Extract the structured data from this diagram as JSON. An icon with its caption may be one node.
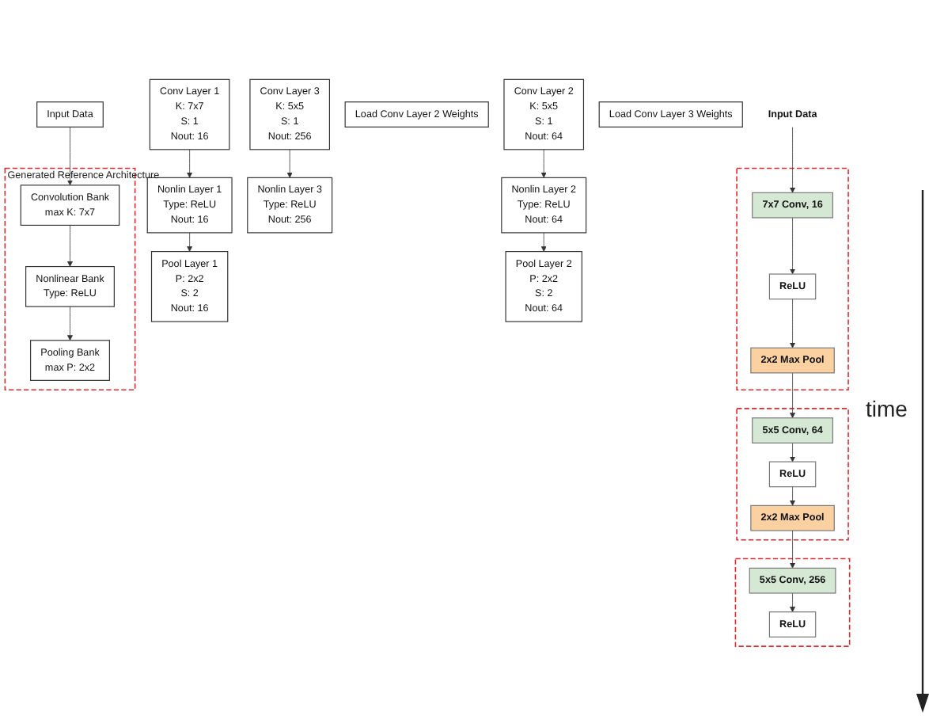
{
  "diagram": {
    "nodes": [
      {
        "text": [
          "Input Data"
        ]
      },
      {
        "text": [],
        "shape": "box"
      },
      {
        "text": [
          "7x7 Conv, 16"
        ],
        "in": 1
      },
      {
        "text": [
          "ReLU"
        ],
        "in": 1
      },
      {
        "text": [
          "2x2 Max Pool"
        ],
        "in": 1
      },
      {
        "text": [],
        "shape": "box"
      },
      {
        "text": [
          "5x5 Conv, 64"
        ],
        "in": 5
      },
      {
        "text": [
          "ReLU"
        ],
        "in": 5
      },
      {
        "text": [
          "2x2 Max Pool"
        ],
        "in": 5
      },
      {
        "text": [],
        "shape": "box"
      },
      {
        "text": [
          "5x5 Conv, 256"
        ],
        "in": 9
      },
      {
        "text": [
          "ReLU"
        ],
        "in": 9
      },
      {
        "text": [
          "Input Data"
        ]
      },
      {
        "text": [
          "Generated Reference Architecture"
        ]
      },
      {
        "text": [
          "Convolution Bank",
          "max K: 7x7"
        ],
        "in": 13
      },
      {
        "text": [
          "Nonlinear Bank",
          "Type: ReLU"
        ],
        "in": 13
      },
      {
        "text": [
          "Pooling Bank",
          "max P: 2x2"
        ],
        "in": 13
      },
      {
        "text": [
          "Conv Layer 1",
          "K: 7x7",
          "S: 1",
          "Nout: 16"
        ]
      },
      {
        "text": [
          "Nonlin Layer 1",
          "Type: ReLU",
          "Nout: 16"
        ]
      },
      {
        "text": [
          "Pool Layer 1",
          "P: 2x2",
          "S: 2",
          "Nout: 16"
        ]
      },
      {
        "text": [
          "Load Conv Layer 2 Weights"
        ]
      },
      {
        "text": [
          "Conv Layer 2",
          "K: 5x5",
          "S: 1",
          "Nout: 64"
        ]
      },
      {
        "text": [
          "Nonlin Layer 2",
          "Type: ReLU",
          "Nout: 64"
        ]
      },
      {
        "text": [
          "Pool Layer 2",
          "P: 2x2",
          "S: 2",
          "Nout: 64"
        ]
      },
      {
        "text": [
          "Load Conv Layer 3 Weights"
        ]
      },
      {
        "text": [
          "Conv Layer 3",
          "K: 5x5",
          "S: 1",
          "Nout: 256"
        ]
      },
      {
        "text": [
          "Nonlin Layer 3",
          "Type: ReLU",
          "Nout: 256"
        ]
      }
    ],
    "edges": [
      {
        "from": 0,
        "to": 2,
        "arrow": "to"
      },
      {
        "from": 2,
        "to": 3,
        "arrow": "to"
      },
      {
        "from": 3,
        "to": 4,
        "arrow": "to"
      },
      {
        "from": 4,
        "to": 6,
        "arrow": "to"
      },
      {
        "from": 6,
        "to": 7,
        "arrow": "to"
      },
      {
        "from": 7,
        "to": 8,
        "arrow": "to"
      },
      {
        "from": 8,
        "to": 10,
        "arrow": "to"
      },
      {
        "from": 10,
        "to": 11,
        "arrow": "to"
      },
      {
        "from": 12,
        "to": 14,
        "arrow": "to"
      },
      {
        "from": 14,
        "to": 15,
        "arrow": "to"
      },
      {
        "from": 15,
        "to": 16,
        "arrow": "to"
      },
      {
        "from": 17,
        "to": 18,
        "arrow": "to"
      },
      {
        "from": 18,
        "to": 19,
        "arrow": "to"
      },
      {
        "from": 21,
        "to": 22,
        "arrow": "to"
      },
      {
        "from": 22,
        "to": 23,
        "arrow": "to"
      },
      {
        "from": 25,
        "to": 26,
        "arrow": "to"
      }
    ],
    "labels": [
      "time"
    ]
  }
}
